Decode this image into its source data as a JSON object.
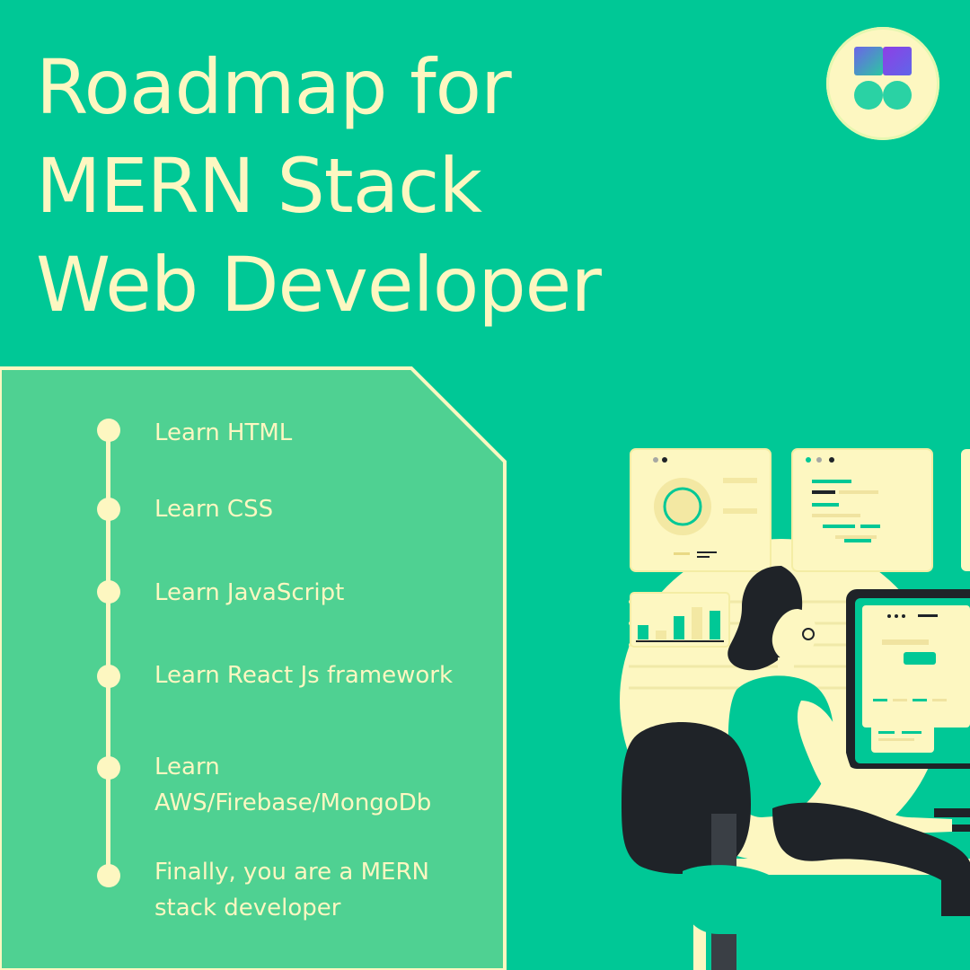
{
  "title": {
    "line1": "Roadmap for",
    "line2": "MERN Stack",
    "line3": "Web Developer"
  },
  "roadmap": {
    "steps": [
      {
        "label": "Learn HTML"
      },
      {
        "label": "Learn CSS"
      },
      {
        "label": "Learn JavaScript"
      },
      {
        "label": "Learn React Js framework"
      },
      {
        "label": "Learn\nAWS/Firebase/MongoDb"
      },
      {
        "label": "Finally, you are a MERN\nstack developer"
      }
    ]
  },
  "colors": {
    "background": "#00c896",
    "panel": "#4fd192",
    "cream": "#fdf7c1",
    "dark": "#1f2328"
  },
  "icons": {
    "logo": "brand-logo-icon",
    "illustration": "developer-at-computer-illustration"
  }
}
